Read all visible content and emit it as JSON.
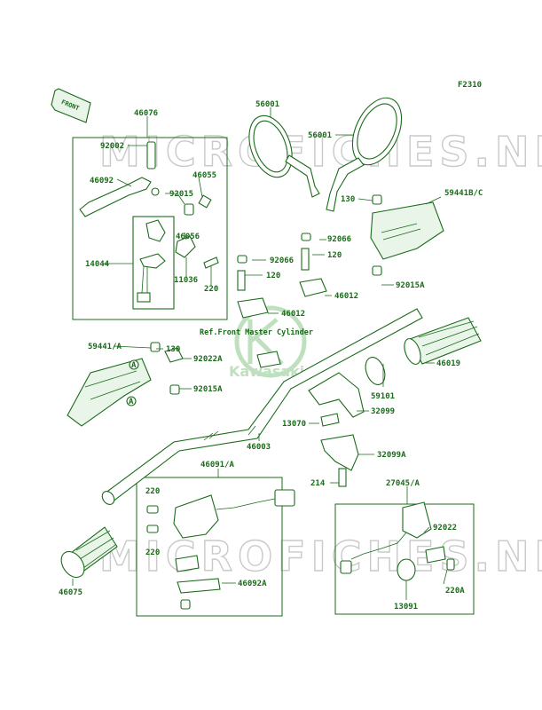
{
  "figure_code": "F2310",
  "front_label": "FRONT",
  "reference_note": "Ref.Front Master Cylinder",
  "watermark_text": "MICROFICHES.NET",
  "logo_text": "Kawasaki",
  "colors": {
    "line": "#1a6b1a",
    "watermark": "#c9c9c9",
    "logo": "#bfe0bf"
  },
  "callouts": {
    "p46076": "46076",
    "p92002": "92002",
    "p46092": "46092",
    "p46055": "46055",
    "p92015": "92015",
    "p46056": "46056",
    "p14044": "14044",
    "p11036": "11036",
    "p220a": "220",
    "p56001a": "56001",
    "p56001b": "56001",
    "p130a": "130",
    "p59441bc": "59441B/C",
    "p92066a": "92066",
    "p92066b": "92066",
    "p120a": "120",
    "p120b": "120",
    "p46012a": "46012",
    "p92015a_r": "92015A",
    "p46012b": "46012",
    "p59441a": "59441/A",
    "p130b": "130",
    "p92022a": "92022A",
    "p92015a_l": "92015A",
    "p46019": "46019",
    "p59101": "59101",
    "p32099": "32099",
    "p13070": "13070",
    "p46003": "46003",
    "p32099a": "32099A",
    "p46091a": "46091/A",
    "p214": "214",
    "p27045a": "27045/A",
    "p220b": "220",
    "p220c": "220",
    "p92022": "92022",
    "p220a_r": "220A",
    "p46092a": "46092A",
    "p13091": "13091",
    "p46075": "46075",
    "a1": "A",
    "a2": "A"
  }
}
